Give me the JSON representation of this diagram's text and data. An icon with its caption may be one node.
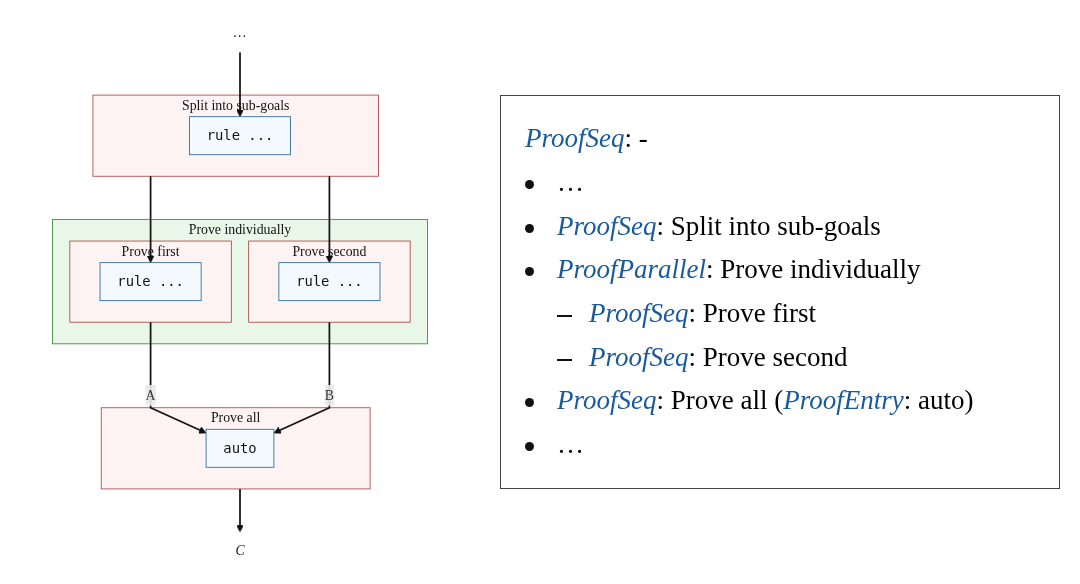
{
  "diagram": {
    "nodes": [
      {
        "text": [
          "…"
        ]
      },
      {
        "text": [
          "Split into sub-goals"
        ]
      },
      {
        "text": [
          "rule ..."
        ],
        "in": 1
      },
      {
        "text": [
          "Prove individually"
        ]
      },
      {
        "text": [
          "Prove first"
        ],
        "in": 3
      },
      {
        "text": [
          "rule ..."
        ],
        "in": 4
      },
      {
        "text": [
          "Prove second"
        ],
        "in": 3
      },
      {
        "text": [
          "rule ..."
        ],
        "in": 6
      },
      {
        "text": [
          "Prove all"
        ]
      },
      {
        "text": [
          "auto"
        ],
        "in": 8
      },
      {
        "text": [
          "C"
        ]
      }
    ],
    "edges": [
      {
        "from": 0,
        "to": 2,
        "arrow": "to"
      },
      {
        "from": 1,
        "to": 5,
        "arrow": "to"
      },
      {
        "from": 1,
        "to": 7,
        "arrow": "to"
      },
      {
        "from": 4,
        "to": 9,
        "label": "A",
        "arrow": "to"
      },
      {
        "from": 6,
        "to": 9,
        "label": "B",
        "arrow": "to"
      },
      {
        "from": 8,
        "to": 10,
        "arrow": "to"
      }
    ],
    "labels": [
      "*ProofSeq*: -",
      "…",
      "*ProofSeq*: Split into sub-goals",
      "*ProofParallel*: Prove individually",
      "*ProofSeq*: Prove first",
      "*ProofSeq*: Prove second",
      "*ProofSeq*: Prove all (*ProofEntry*: auto)",
      "…"
    ]
  }
}
